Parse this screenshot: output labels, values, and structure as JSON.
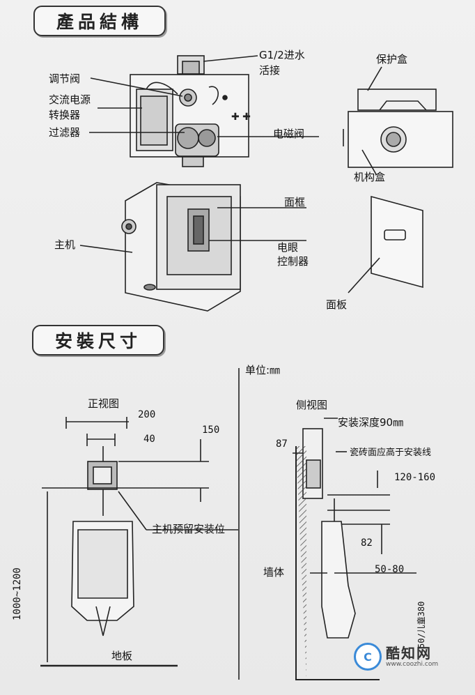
{
  "sections": {
    "structure_title": "產品結構",
    "install_title": "安裝尺寸"
  },
  "structure_labels": {
    "inlet": "G1/2进水",
    "inlet2": "活接",
    "adjust_valve": "调节阀",
    "ac_converter1": "交流电源",
    "ac_converter2": "转换器",
    "filter": "过滤器",
    "solenoid": "电磁阀",
    "protect_box": "保护盒",
    "mech_box": "机构盒",
    "face_frame": "面框",
    "eye_ctrl1": "电眼",
    "eye_ctrl2": "控制器",
    "main_unit": "主机",
    "face_plate": "面板"
  },
  "install_labels": {
    "unit": "单位:㎜",
    "front_view": "正视图",
    "side_view": "侧视图",
    "dim_200": "200",
    "dim_40": "40",
    "dim_150": "150",
    "host_position": "主机预留安装位",
    "dim_height": "1000~1200",
    "floor": "地板",
    "depth": "安装深度90㎜",
    "dim_87": "87",
    "tile_note": "瓷砖面应高于安装线",
    "dim_120_160": "120-160",
    "dim_82": "82",
    "wall": "墙体",
    "dim_50_80": "50-80",
    "rotated_note": "50/儿童380"
  },
  "watermark": {
    "logo": "C",
    "name": "酷知网",
    "url": "www.coozhi.com"
  }
}
